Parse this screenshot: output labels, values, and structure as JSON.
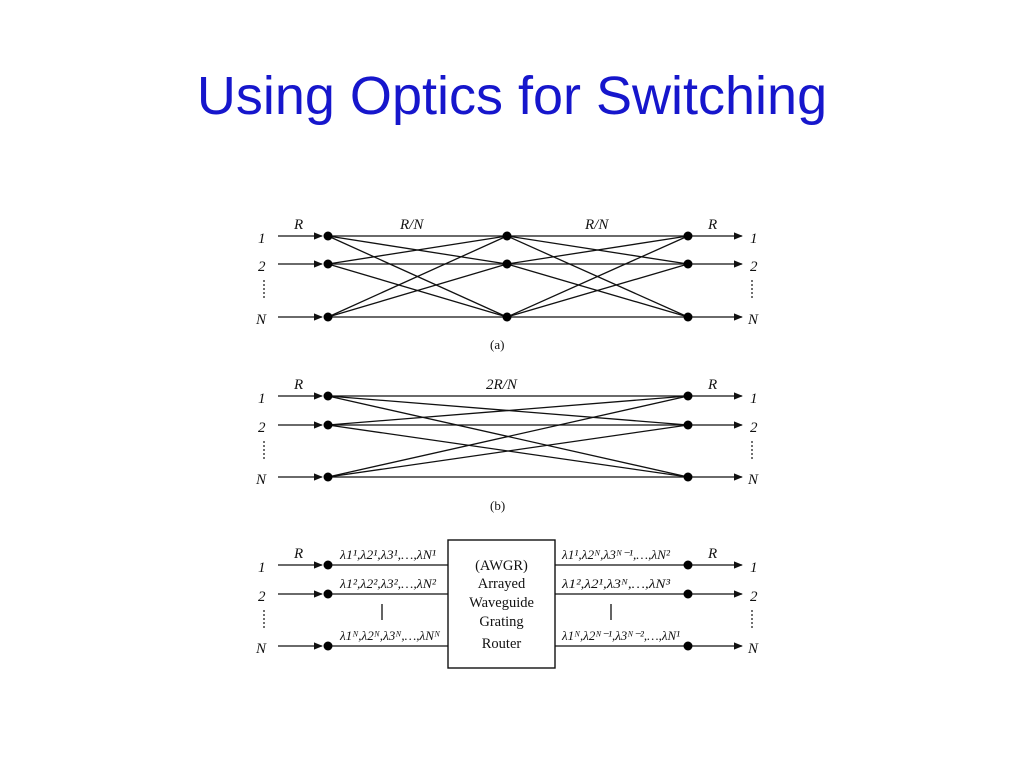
{
  "slide": {
    "title": "Using Optics for Switching"
  },
  "diagram": {
    "ports": {
      "first": "1",
      "second": "2",
      "last": "N"
    },
    "rate": "R",
    "panel_a": {
      "caption": "(a)",
      "rate_label": "R/N"
    },
    "panel_b": {
      "caption": "(b)",
      "rate_label": "2R/N"
    },
    "panel_c": {
      "router_lines": [
        "(AWGR)",
        "Arrayed",
        "Waveguide",
        "Grating",
        "Router"
      ],
      "in_wavelengths": [
        "λ1¹,λ2¹,λ3¹,…,λN¹",
        "λ1²,λ2²,λ3²,…,λN²",
        "λ1ᴺ,λ2ᴺ,λ3ᴺ,…,λNᴺ"
      ],
      "out_wavelengths": [
        "λ1¹,λ2ᴺ,λ3ᴺ⁻¹,…,λN²",
        "λ1²,λ2¹,λ3ᴺ,…,λN³",
        "λ1ᴺ,λ2ᴺ⁻¹,λ3ᴺ⁻²,…,λN¹"
      ]
    }
  }
}
